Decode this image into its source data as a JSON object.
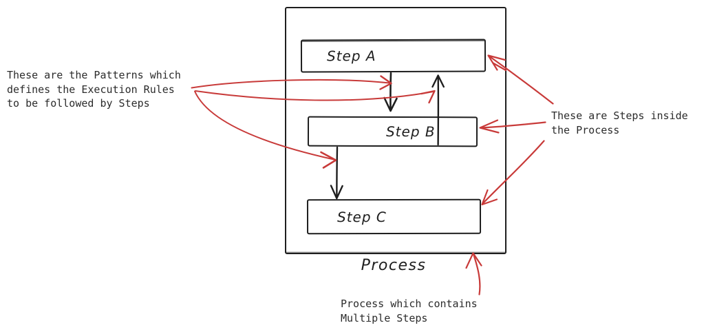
{
  "diagram": {
    "process": {
      "label": "Process",
      "steps": [
        {
          "id": "step-a",
          "label": "Step A"
        },
        {
          "id": "step-b",
          "label": "Step B"
        },
        {
          "id": "step-c",
          "label": "Step C"
        }
      ]
    },
    "flows": [
      {
        "from": "Step A",
        "to": "Step B",
        "direction": "down"
      },
      {
        "from": "Step B",
        "to": "Step A",
        "direction": "up"
      },
      {
        "from": "Step B",
        "to": "Step C",
        "direction": "down"
      }
    ],
    "annotations": {
      "patterns_note": {
        "lines": [
          "These are the Patterns which",
          "defines the Execution Rules",
          "to be followed by Steps"
        ]
      },
      "steps_note": {
        "lines": [
          "These are Steps inside",
          "the Process"
        ]
      },
      "process_note": {
        "lines": [
          "Process which contains",
          "Multiple Steps"
        ]
      }
    },
    "colors": {
      "ink": "#1e1e1e",
      "annotation_red": "#c83a39",
      "text": "#2b2b2b",
      "background": "#ffffff"
    }
  }
}
